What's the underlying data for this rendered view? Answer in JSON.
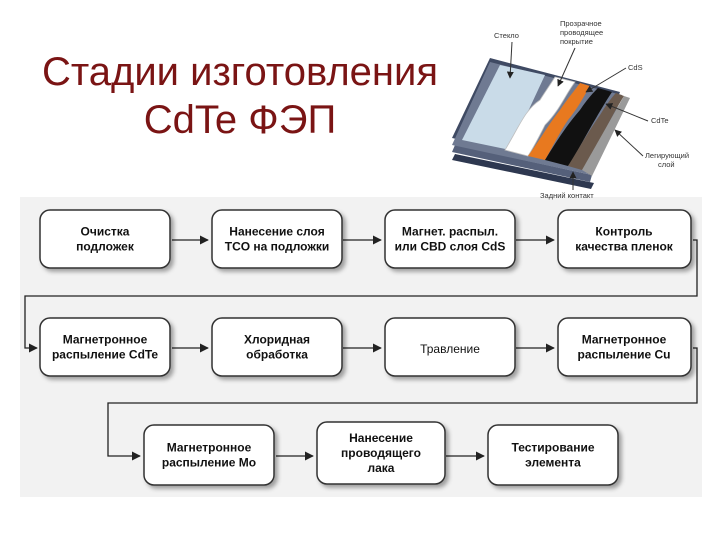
{
  "title": {
    "line1": "Стадии изготовления",
    "line2": "CdTe ФЭП"
  },
  "diagram_labels": {
    "glass": "Стекло",
    "tco": [
      "Прозрачное",
      "проводящее",
      "покрытие"
    ],
    "cds": "CdS",
    "cdte": "CdTe",
    "doped": [
      "Легирующий",
      "слой"
    ],
    "back_contact": "Задний контакт"
  },
  "steps": [
    {
      "lines": [
        "Очистка",
        "подложек"
      ],
      "bold": true
    },
    {
      "lines": [
        "Нанесение слоя",
        "TCO на подложки"
      ],
      "bold": true
    },
    {
      "lines": [
        "Магнет. распыл.",
        "или CBD слоя CdS"
      ],
      "bold": true
    },
    {
      "lines": [
        "Контроль",
        "качества пленок"
      ],
      "bold": true
    },
    {
      "lines": [
        "Магнетронное",
        "распыление Cu"
      ],
      "bold": true
    },
    {
      "lines": [
        "Травление"
      ],
      "bold": false
    },
    {
      "lines": [
        "Хлоридная",
        "обработка"
      ],
      "bold": true
    },
    {
      "lines": [
        "Магнетронное",
        "распыление CdTe"
      ],
      "bold": true
    },
    {
      "lines": [
        "Магнетронное",
        "распыление Mo"
      ],
      "bold": true
    },
    {
      "lines": [
        "Нанесение",
        "проводящего",
        "лака"
      ],
      "bold": true
    },
    {
      "lines": [
        "Тестирование",
        "элемента"
      ],
      "bold": true
    }
  ],
  "colors": {
    "title": "#7a1414",
    "cds_layer": "#e8791f",
    "cdte_layer": "#111111",
    "doped_layer": "#6b5a4d"
  }
}
